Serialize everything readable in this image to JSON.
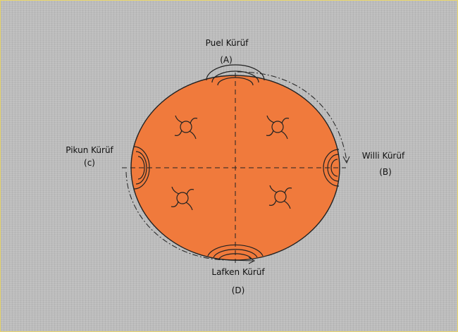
{
  "labels": {
    "top": {
      "name": "Puel Kürüf",
      "letter": "(A)"
    },
    "right": {
      "name": "Willi Kürüf",
      "letter": "(B)"
    },
    "left": {
      "name": "Pikun Kürüf",
      "letter": "(c)"
    },
    "bottom": {
      "name": "Lafken Kürüf",
      "letter": "(D)"
    }
  },
  "colors": {
    "background": "#bcbcbc",
    "disc_fill": "#f07a3c",
    "stroke": "#222222"
  },
  "icons": {
    "quadrant_symbol": "swirl-star-icon",
    "gate_symbol": "semicircle-arcs-icon"
  }
}
